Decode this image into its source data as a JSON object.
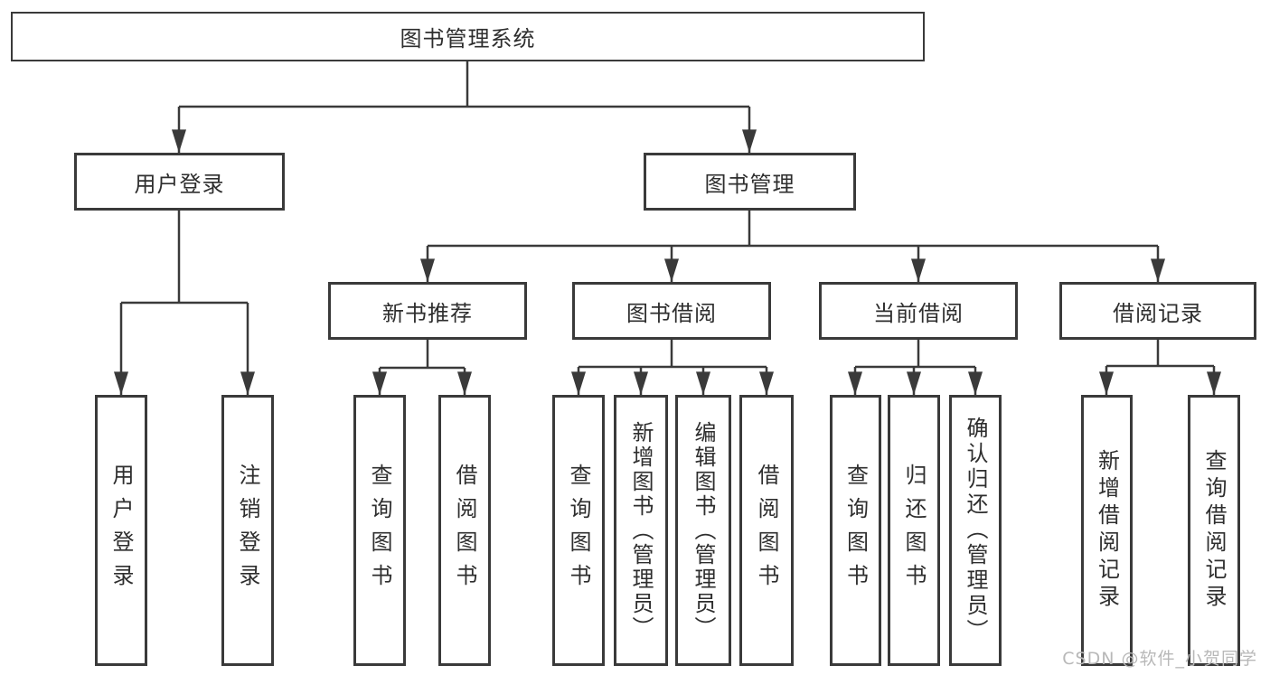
{
  "tree": {
    "label": "图书管理系统",
    "children": [
      {
        "label": "用户登录",
        "children": [
          {
            "label": "用户登录"
          },
          {
            "label": "注销登录"
          }
        ]
      },
      {
        "label": "图书管理",
        "children": [
          {
            "label": "新书推荐",
            "children": [
              {
                "label": "查询图书"
              },
              {
                "label": "借阅图书"
              }
            ]
          },
          {
            "label": "图书借阅",
            "children": [
              {
                "label": "查询图书"
              },
              {
                "label": "新增图书（管理员）"
              },
              {
                "label": "编辑图书（管理员）"
              },
              {
                "label": "借阅图书"
              }
            ]
          },
          {
            "label": "当前借阅",
            "children": [
              {
                "label": "查询图书"
              },
              {
                "label": "归还图书"
              },
              {
                "label": "确认归还（管理员）"
              }
            ]
          },
          {
            "label": "借阅记录",
            "children": [
              {
                "label": "新增借阅记录"
              },
              {
                "label": "查询借阅记录"
              }
            ]
          }
        ]
      }
    ]
  },
  "watermark": {
    "text": "CSDN @软件_小贺同学"
  },
  "colors": {
    "line": "#3a3a3a",
    "text": "#2e2e2e",
    "watermark": "#b8b8b8",
    "background": "#ffffff"
  }
}
